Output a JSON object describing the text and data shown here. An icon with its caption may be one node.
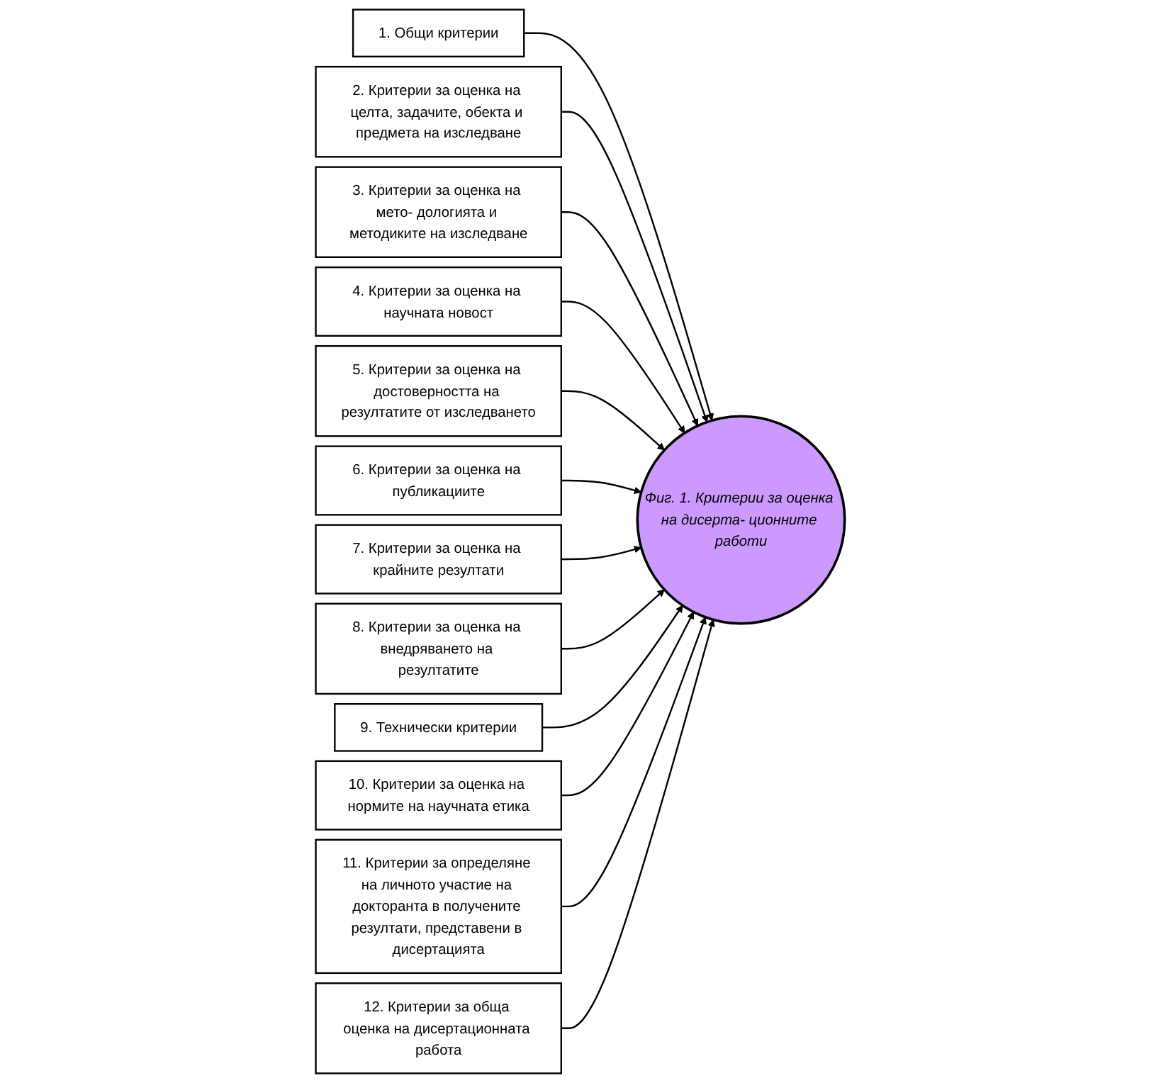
{
  "diagram": {
    "nodes": [
      {
        "text": [
          "1. Общи критерии"
        ]
      },
      {
        "text": [
          "2. Критерии за оценка на целта, задачите, обекта и предмета на изследване"
        ]
      },
      {
        "text": [
          "4. Критерии за оценка на научната новост"
        ]
      },
      {
        "text": [
          "3. Критерии за оценка на мето- дологията и методиките на изследване"
        ]
      },
      {
        "text": [
          "Фиг. 1. Критерии за оценка на дисерта- ционните работи"
        ]
      },
      {
        "text": [
          "6. Критерии за оценка на публикациите"
        ]
      },
      {
        "text": [
          "7. Критерии за оценка на крайните резултати"
        ]
      },
      {
        "text": [
          "5. Критерии за оценка на достоверността на резултатите от изследването"
        ]
      },
      {
        "text": [
          "9. Технически критерии"
        ]
      },
      {
        "text": [
          "8. Критерии за оценка на внедряването на резултатите"
        ]
      },
      {
        "text": [
          "11. Критерии за определяне на личното участие на докторанта в получените резултати, представени в дисертацията"
        ]
      },
      {
        "text": [
          "10. Критерии за оценка на нормите на научната етика"
        ]
      },
      {
        "text": [
          "12. Критерии за обща оценка на дисертационната работа"
        ]
      }
    ],
    "edges": [
      {
        "from": 0,
        "to": 4,
        "arrow": "to"
      },
      {
        "from": 1,
        "to": 4,
        "arrow": "to"
      },
      {
        "from": 3,
        "to": 4,
        "arrow": "to"
      },
      {
        "from": 2,
        "to": 4,
        "arrow": "to"
      },
      {
        "from": 7,
        "to": 4,
        "arrow": "to"
      },
      {
        "from": 5,
        "to": 4,
        "arrow": "to"
      },
      {
        "from": 6,
        "to": 4,
        "arrow": "to"
      },
      {
        "from": 9,
        "to": 4,
        "arrow": "to"
      },
      {
        "from": 8,
        "to": 4,
        "arrow": "to"
      },
      {
        "from": 11,
        "to": 4,
        "arrow": "to"
      },
      {
        "from": 10,
        "to": 4,
        "arrow": "to"
      },
      {
        "from": 12,
        "to": 4,
        "arrow": "to"
      }
    ]
  }
}
